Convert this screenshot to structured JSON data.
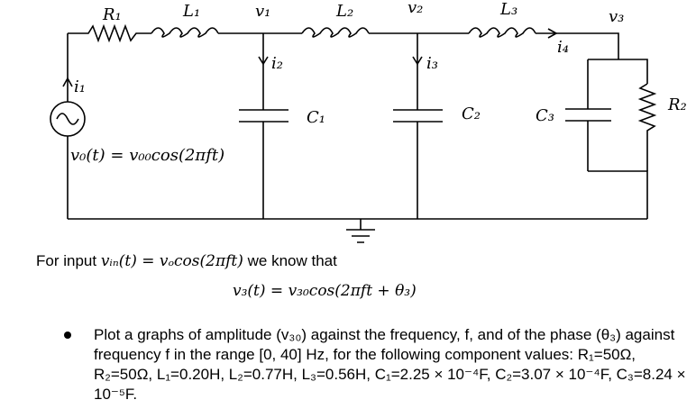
{
  "circuit": {
    "labels": {
      "R1": "R₁",
      "L1": "L₁",
      "v1": "v₁",
      "L2": "L₂",
      "v2": "v₂",
      "L3": "L₃",
      "v3": "v₃",
      "i1": "i₁",
      "i2": "i₂",
      "i3": "i₃",
      "i4": "i₄",
      "C1": "C₁",
      "C2": "C₂",
      "C3": "C₃",
      "R2": "R₂",
      "source": "v₀(t) = v₀₀cos(2πft)"
    }
  },
  "text": {
    "input_prefix": "For input ",
    "input_math": "vᵢₙ(t) = vₒcos(2πft)",
    "input_suffix": " we know that",
    "v3_equation": "v₃(t) = v₃₀cos(2πft + θ₃)",
    "bullet": "Plot a graphs of amplitude (v₃₀) against the frequency, f, and of the phase (θ₃) against frequency f in the range [0, 40] Hz, for the following component values: R₁=50Ω, R₂=50Ω, L₁=0.20H, L₂=0.77H, L₃=0.56H, C₁=2.25 × 10⁻⁴F, C₂=3.07 × 10⁻⁴F, C₃=8.24 × 10⁻⁵F."
  }
}
